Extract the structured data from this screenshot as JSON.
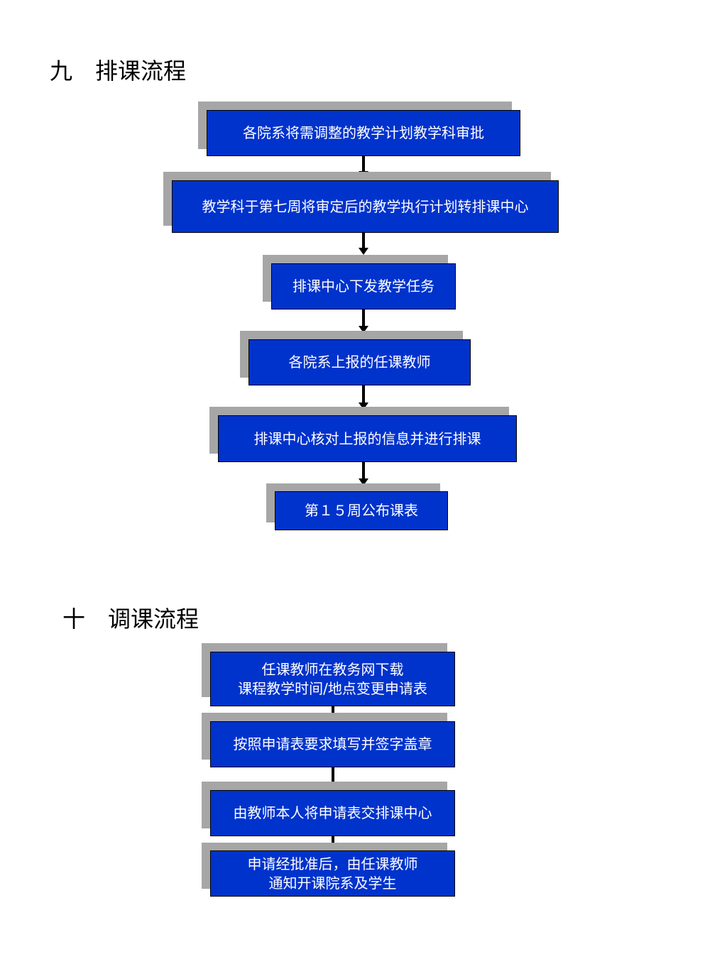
{
  "colors": {
    "box_fill": "#0033cc",
    "box_text": "#ffffff",
    "shadow": "#a6a6a6",
    "arrow": "#000000"
  },
  "scheduling": {
    "title": "九　排课流程",
    "steps": [
      "各院系将需调整的教学计划教学科审批",
      "教学科于第七周将审定后的教学执行计划转排课中心",
      "排课中心下发教学任务",
      "各院系上报的任课教师",
      "排课中心核对上报的信息并进行排课",
      "第１５周公布课表"
    ]
  },
  "rescheduling": {
    "title": "十　调课流程",
    "steps": [
      "任课教师在教务网下载\n课程教学时间/地点变更申请表",
      "按照申请表要求填写并签字盖章",
      "由教师本人将申请表交排课中心",
      "申请经批准后，由任课教师\n通知开课院系及学生"
    ]
  }
}
